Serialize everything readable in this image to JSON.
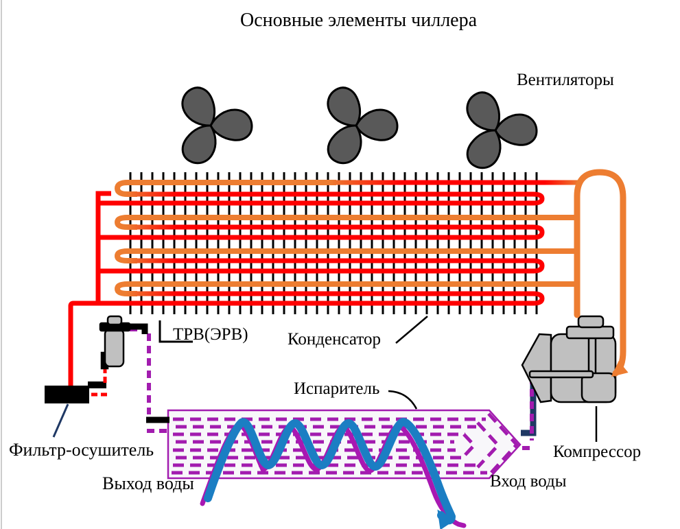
{
  "title": "Основные элементы чиллера",
  "labels": {
    "fans": "Вентиляторы",
    "condenser": "Конденсатор",
    "expansion_valve": "ТРВ(ЭРВ)",
    "evaporator": "Испаритель",
    "filter_drier": "Фильтр-осушитель",
    "water_out": "Выход воды",
    "water_in": "Вход воды",
    "compressor": "Компрессор"
  },
  "colors": {
    "hot_gas_orange": "#ED7D31",
    "liquid_red": "#FF0000",
    "refrigerant_purple": "#A21CAF",
    "water_blue": "#1B7EC3",
    "water_magenta": "#A818B2",
    "suction_navy": "#1F3864",
    "metal_gray": "#C0C0C0",
    "fan_gray": "#595959",
    "fin_black": "#000000",
    "text_black": "#000000"
  }
}
